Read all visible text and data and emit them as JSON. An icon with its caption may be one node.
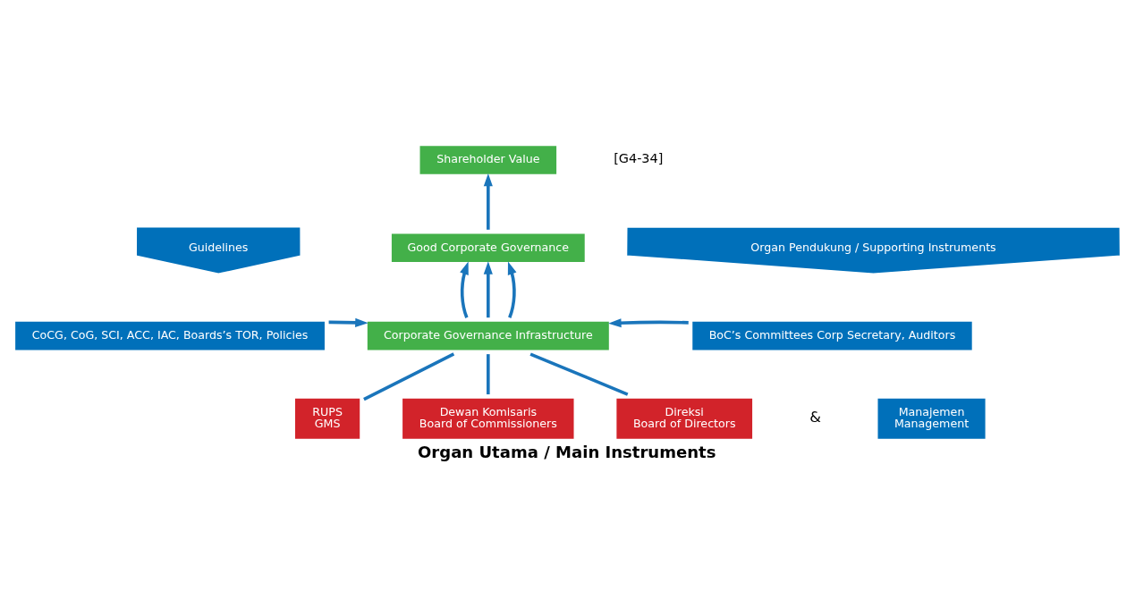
{
  "diagram": {
    "caption": "Organ Utama / Main Instruments",
    "nodes": [
      {
        "text": [
          "Shareholder Value"
        ]
      },
      {
        "text": [
          "Good Corporate Governance"
        ]
      },
      {
        "text": [
          "Guidelines"
        ]
      },
      {
        "text": [
          "CoCG, CoG, SCI, ACC, IAC, Boards’s TOR, Policies"
        ]
      },
      {
        "text": [
          "Corporate Governance Infrastructure"
        ]
      },
      {
        "text": [
          "Organ Pendukung / Supporting Instruments"
        ]
      },
      {
        "text": [
          "BoC’s Committees Corp Secretary, Auditors"
        ]
      },
      {
        "text": [
          "RUPS",
          "GMS"
        ]
      },
      {
        "text": [
          "Dewan Komisaris",
          "Board of Commissioners"
        ]
      },
      {
        "text": [
          "Direksi",
          "Board of Directors"
        ]
      },
      {
        "text": [
          "Manajemen",
          "Management"
        ]
      }
    ],
    "edges": [
      {
        "from": 1,
        "to": 0,
        "arrow": "to"
      },
      {
        "from": 4,
        "to": 1,
        "arrow": "to"
      },
      {
        "from": 4,
        "to": 1,
        "arrow": "to"
      },
      {
        "from": 4,
        "to": 1,
        "arrow": "to"
      },
      {
        "from": 3,
        "to": 4,
        "arrow": "to"
      },
      {
        "from": 6,
        "to": 4,
        "arrow": "to"
      },
      {
        "from": 7,
        "to": 4,
        "arrow": "none"
      },
      {
        "from": 8,
        "to": 4,
        "arrow": "none"
      },
      {
        "from": 9,
        "to": 4,
        "arrow": "none"
      }
    ],
    "labels": [
      "[G4-34]",
      "&"
    ]
  }
}
